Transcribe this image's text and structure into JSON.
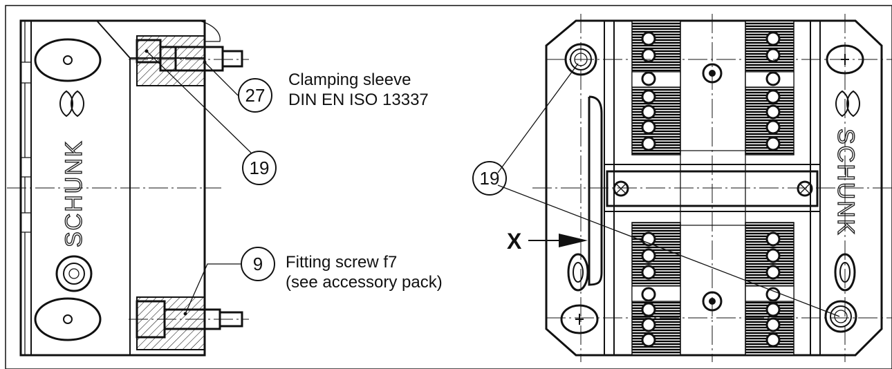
{
  "labels": {
    "left_view": {
      "bubble_27": "27",
      "bubble_19": "19",
      "bubble_9": "9",
      "clamping_sleeve_line1": "Clamping sleeve",
      "clamping_sleeve_line2": "DIN EN ISO 13337",
      "fitting_screw_line1": "Fitting screw f7",
      "fitting_screw_line2": "(see accessory pack)",
      "logo": "SCHUNK"
    },
    "right_view": {
      "bubble_19": "19",
      "view_marker": "X",
      "logo": "SCHUNK"
    }
  },
  "colors": {
    "line": "#111111",
    "background": "#ffffff"
  }
}
